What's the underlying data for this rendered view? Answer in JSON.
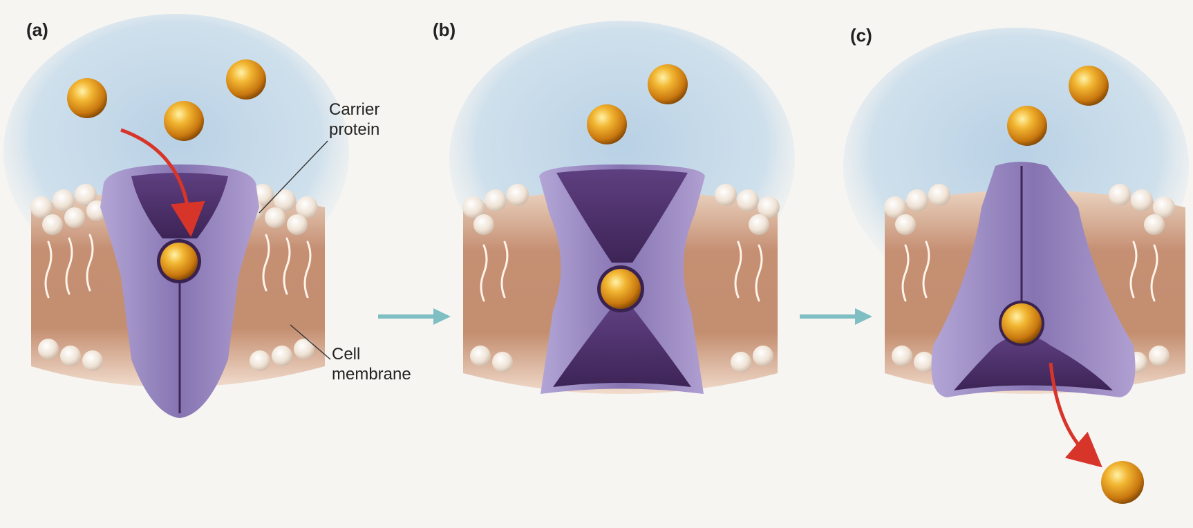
{
  "panels": [
    {
      "label": "(a)"
    },
    {
      "label": "(b)"
    },
    {
      "label": "(c)"
    }
  ],
  "callouts": {
    "carrier_protein": [
      "Carrier",
      "protein"
    ],
    "cell_membrane": [
      "Cell",
      "membrane"
    ]
  },
  "colors": {
    "background": "#f6f5f2",
    "extracellular": "#c9dbe8",
    "membrane": "#c9917a",
    "protein": "#8f7cb8",
    "protein_dark": "#4a2f68",
    "solute": "#e0a020",
    "red_arrow": "#d8352a",
    "step_arrow": "#7fbfc4"
  },
  "icons": {
    "solute": "solute-sphere-icon",
    "step": "right-arrow-icon",
    "movement": "curved-red-arrow-icon"
  }
}
